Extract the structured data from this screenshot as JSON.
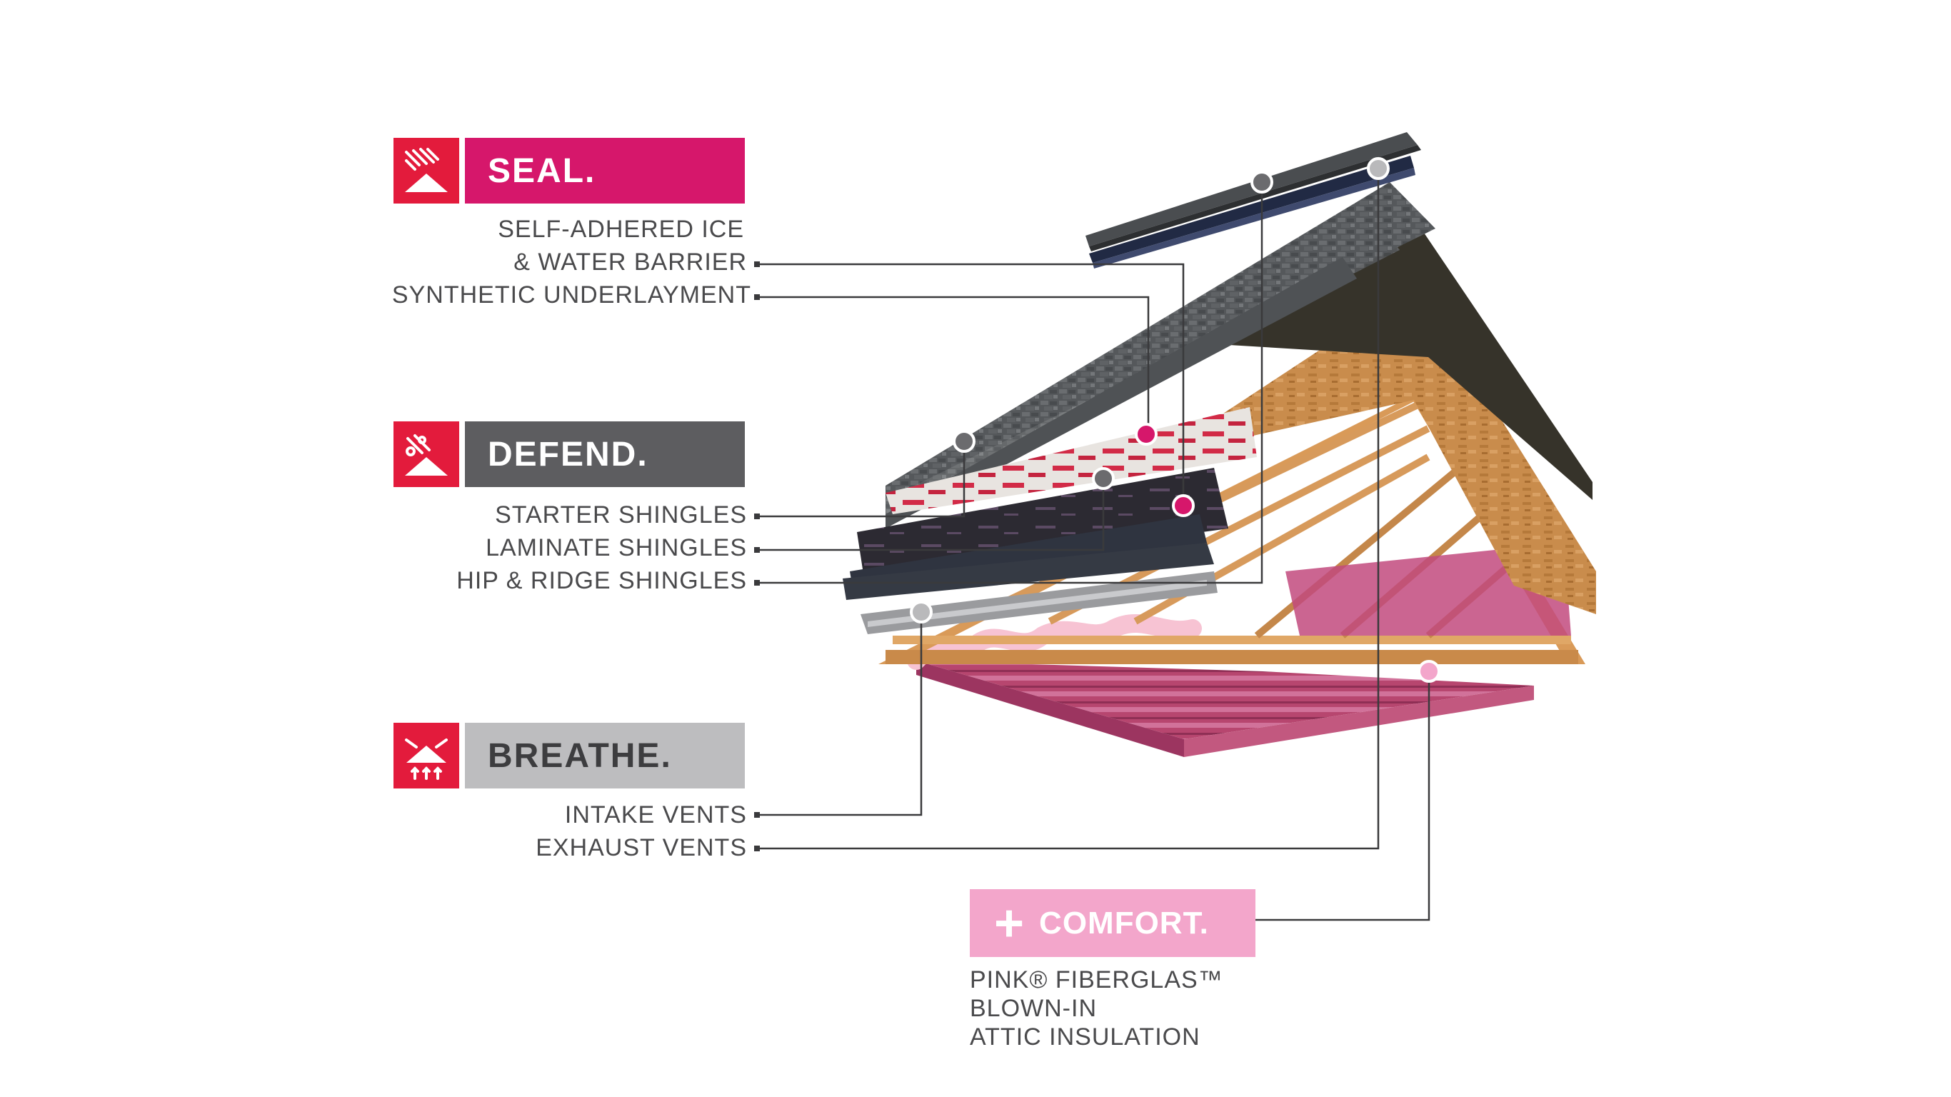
{
  "categories": {
    "seal": {
      "label": "SEAL.",
      "icon": "ice-shield-icon"
    },
    "defend": {
      "label": "DEFEND.",
      "icon": "wind-shield-icon"
    },
    "breathe": {
      "label": "BREATHE.",
      "icon": "airflow-icon"
    },
    "comfort": {
      "label": "COMFORT.",
      "icon": "plus-icon"
    }
  },
  "labels": {
    "ice_barrier_line1": "SELF-ADHERED ICE",
    "ice_barrier_line2": "& WATER BARRIER",
    "synthetic_underlayment": "SYNTHETIC UNDERLAYMENT",
    "starter_shingles": "STARTER SHINGLES",
    "laminate_shingles": "LAMINATE SHINGLES",
    "hip_ridge_shingles": "HIP & RIDGE SHINGLES",
    "intake_vents": "INTAKE VENTS",
    "exhaust_vents": "EXHAUST VENTS",
    "insulation_line1": "PINK® FIBERGLAS™",
    "insulation_line2": "BLOWN-IN",
    "insulation_line3": "ATTIC INSULATION"
  },
  "colors": {
    "seal": "#d6176b",
    "defend": "#5d5d60",
    "breathe": "#bdbdbf",
    "comfort": "#f3a6cb",
    "icon_red": "#e31b3c"
  }
}
